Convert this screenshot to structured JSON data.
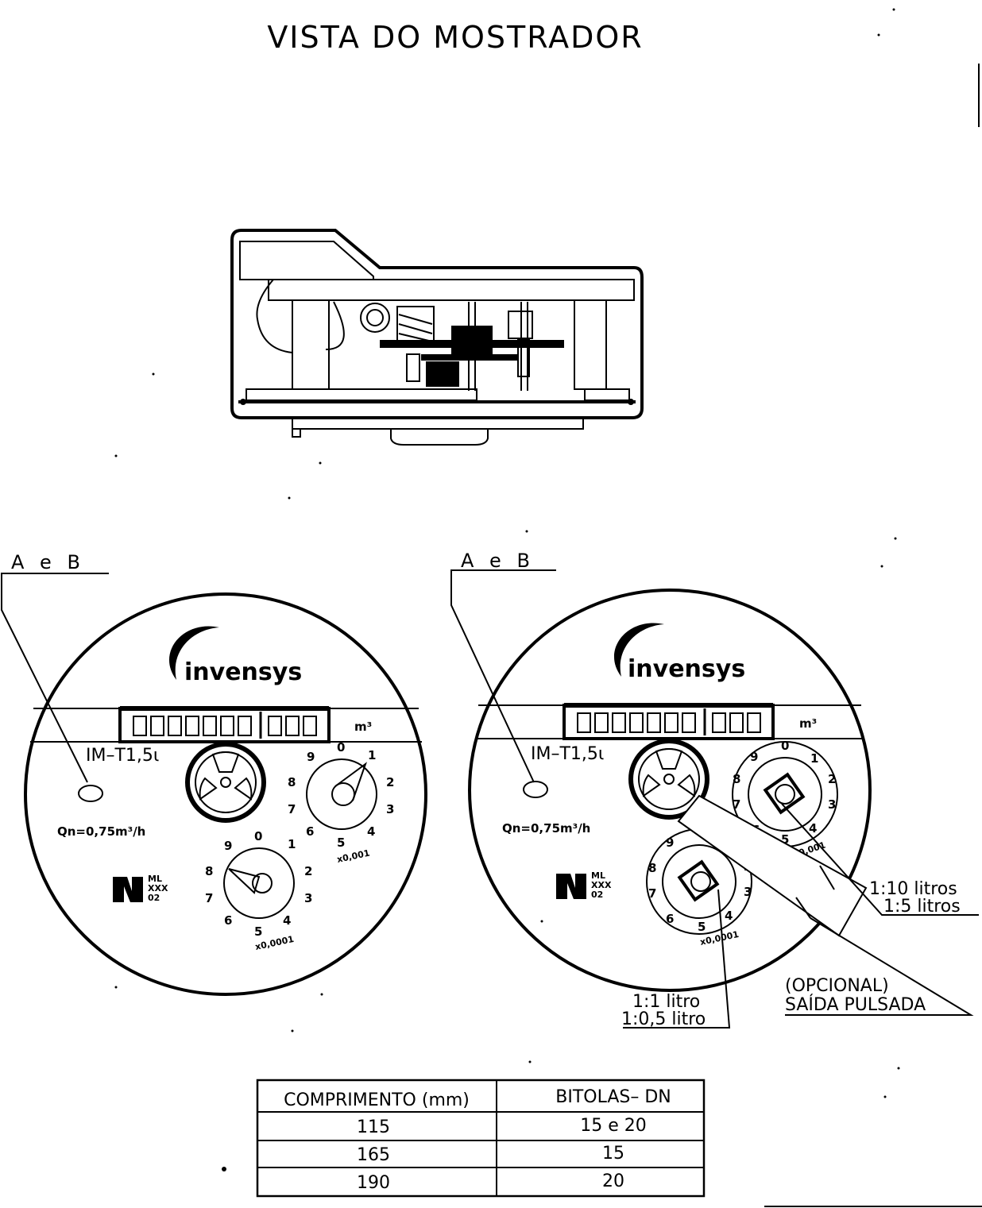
{
  "title": "VISTA DO MOSTRADOR",
  "callout_ab": "A e B",
  "brand": "invensys",
  "unit_m3": "m³",
  "model": "IM–T1,5ι",
  "qn": "Qn=0,75m³/h",
  "cert_lines": [
    "ML",
    "XXX",
    "02"
  ],
  "dial_digits": [
    "0",
    "1",
    "2",
    "3",
    "4",
    "5",
    "6",
    "7",
    "8",
    "9"
  ],
  "dial_mult_1": "x0,001",
  "dial_mult_2": "x0,0001",
  "pulse_label_a": "1:10 litros",
  "pulse_label_b": "1:5 litros",
  "litro_label_a": "1:1 litro",
  "litro_label_b": "1:0,5 litro",
  "optional_label": "(OPCIONAL)",
  "pulsed_output_label": "SAÍDA PULSADA",
  "table": {
    "headers": [
      "COMPRIMENTO (mm)",
      "BITOLAS– DN"
    ],
    "rows": [
      [
        "115",
        "15 e 20"
      ],
      [
        "165",
        "15"
      ],
      [
        "190",
        "20"
      ]
    ]
  }
}
